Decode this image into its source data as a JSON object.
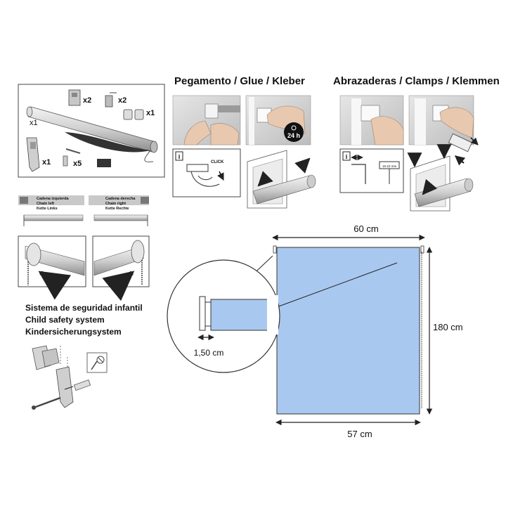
{
  "sections": {
    "glue_title": "Pegamento / Glue / Kleber",
    "clamps_title": "Abrazaderas / Clamps / Klemmen",
    "child_safety": [
      "Sistema de seguridad infantil",
      "Child safety system",
      "Kindersicherungsystem"
    ]
  },
  "parts": {
    "roller_qty": "x1",
    "bracket_qty": "x2",
    "screw_kit_qty": "x2",
    "end_cap_qty": "x1",
    "chain_safety_qty": "x1",
    "anchor_qty": "x5"
  },
  "chain_side": {
    "left": [
      "Cadena izquierda",
      "Chain left",
      "Kette Links"
    ],
    "right": [
      "Cadena derecha",
      "Chain right",
      "Kette Rechte"
    ]
  },
  "glue_panel": {
    "cure_time": "24 h",
    "click_label": "CLICK",
    "info_icon": "i"
  },
  "clamps_panel": {
    "info_icon": "i",
    "clamp_range": "15-22 mm"
  },
  "dimensions": {
    "total_width": "60 cm",
    "fabric_width": "57 cm",
    "height": "180 cm",
    "bracket_offset": "1,50 cm"
  },
  "colors": {
    "fabric": "#a9c8ef",
    "line": "#222222",
    "panel_border": "#444444",
    "photo_bg": "#d9d9d9"
  }
}
